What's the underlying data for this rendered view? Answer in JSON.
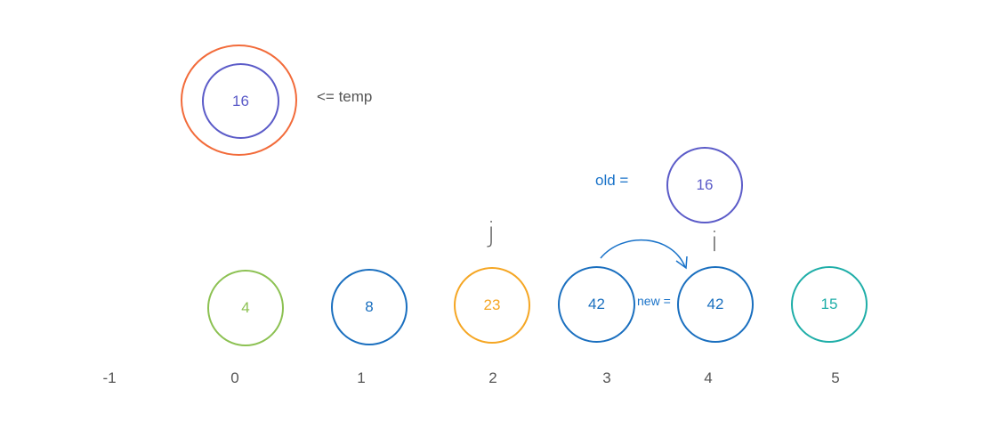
{
  "temp": {
    "value": "16",
    "label": "<= temp",
    "outer_color": "#F26B3A",
    "inner_color": "#5B5BC8"
  },
  "old": {
    "label": "old =",
    "value": "16",
    "label_color": "#1A73C9",
    "node_color": "#5B5BC8"
  },
  "new_label": "new =",
  "pointers": {
    "j": "j",
    "i": "i"
  },
  "nodes": [
    {
      "value": "4",
      "color": "#8CC152"
    },
    {
      "value": "8",
      "color": "#1A6FBF"
    },
    {
      "value": "23",
      "color": "#F5A623"
    },
    {
      "value": "42",
      "color": "#1A6FBF"
    },
    {
      "value": "42",
      "color": "#1A6FBF"
    },
    {
      "value": "15",
      "color": "#1FAEA8"
    }
  ],
  "indices": [
    "-1",
    "0",
    "1",
    "2",
    "3",
    "4",
    "5"
  ],
  "arrow_color": "#1A73C9"
}
